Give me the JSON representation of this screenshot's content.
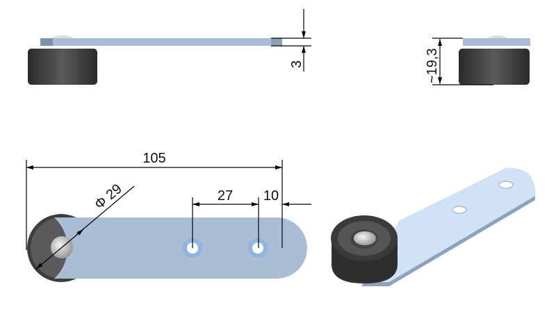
{
  "dimensions": {
    "thickness": "3",
    "height": "~19,3",
    "length": "105",
    "diameter": "Φ 29",
    "hole_spacing": "27",
    "hole_edge": "10"
  },
  "colors": {
    "plate": "#a9bdd6",
    "plate_light": "#cfe2f6",
    "roller": "#3a3a3a",
    "pin": "#d8d8d8"
  }
}
